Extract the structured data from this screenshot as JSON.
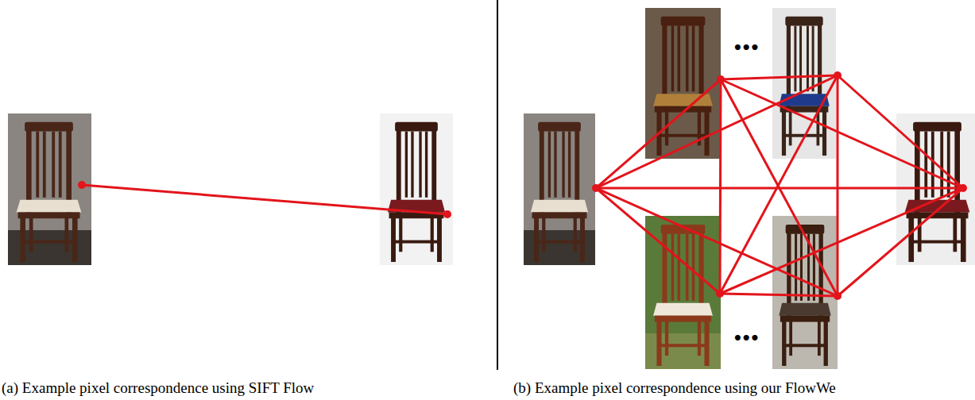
{
  "diagram": {
    "labels": [
      "•••",
      "•••",
      "(a) Example pixel correspondence using SIFT Flow",
      "(b) Example pixel correspondence using our FlowWe"
    ]
  }
}
